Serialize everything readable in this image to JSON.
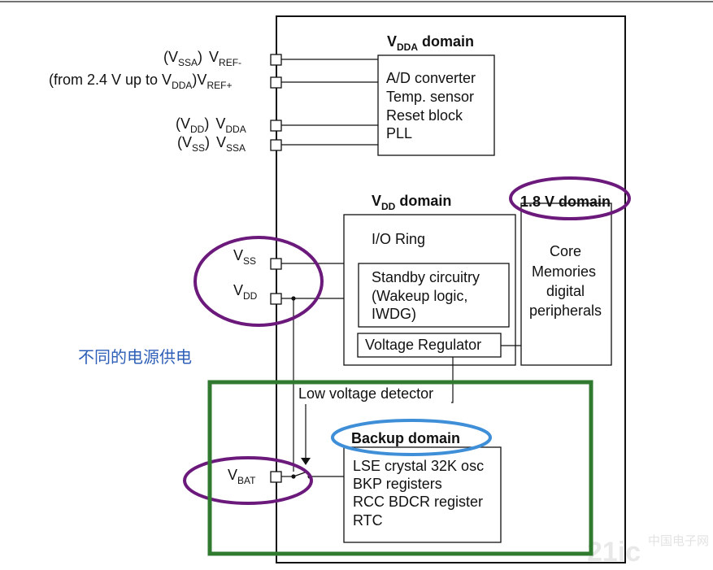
{
  "labels": {
    "vssa_paren": "(V",
    "vssa_paren_sub": "SSA",
    "vssa_paren_close": ")",
    "vref_minus": "V",
    "vref_minus_sub": "REF-",
    "from_text": "(from 2.4 V up to V",
    "from_sub": "DDA",
    "from_close": ")",
    "vref_plus": "V",
    "vref_plus_sub": "REF+",
    "vdd_paren": "(V",
    "vdd_paren_sub": "DD",
    "vdd_paren_close": ")",
    "vdda": "V",
    "vdda_sub": "DDA",
    "vss_paren": "(V",
    "vss_paren_sub": "SS",
    "vss_paren_close": ")",
    "vssa": "V",
    "vssa_sub": "SSA",
    "vss": "V",
    "vss_sub": "SS",
    "vdd": "V",
    "vdd_sub": "DD",
    "vbat": "V",
    "vbat_sub": "BAT"
  },
  "vdda_domain": {
    "title": "V",
    "title_sub": "DDA",
    "title_rest": " domain",
    "lines": [
      "A/D converter",
      "Temp. sensor",
      "Reset block",
      "PLL"
    ]
  },
  "vdd_domain": {
    "title": "V",
    "title_sub": "DD",
    "title_rest": " domain",
    "io_ring": "I/O Ring",
    "standby_lines": [
      "Standby circuitry",
      "(Wakeup logic,",
      "IWDG)"
    ],
    "regulator": "Voltage Regulator"
  },
  "v18_domain": {
    "title": "1.8 V domain",
    "lines": [
      "Core",
      "Memories",
      "digital",
      "peripherals"
    ]
  },
  "low_voltage_detector": "Low voltage detector",
  "backup_domain": {
    "title": "Backup domain",
    "lines": [
      "LSE crystal 32K osc",
      "BKP registers",
      "RCC BDCR register",
      "RTC"
    ]
  },
  "annotation_cn": "不同的电源供电",
  "watermark": {
    "main": "21ic",
    "sub": "中国电子网"
  },
  "colors": {
    "purple": "#6b1a7c",
    "green": "#2f7a2f",
    "blue": "#3f8fd8",
    "annotation": "#2e5fb8"
  }
}
